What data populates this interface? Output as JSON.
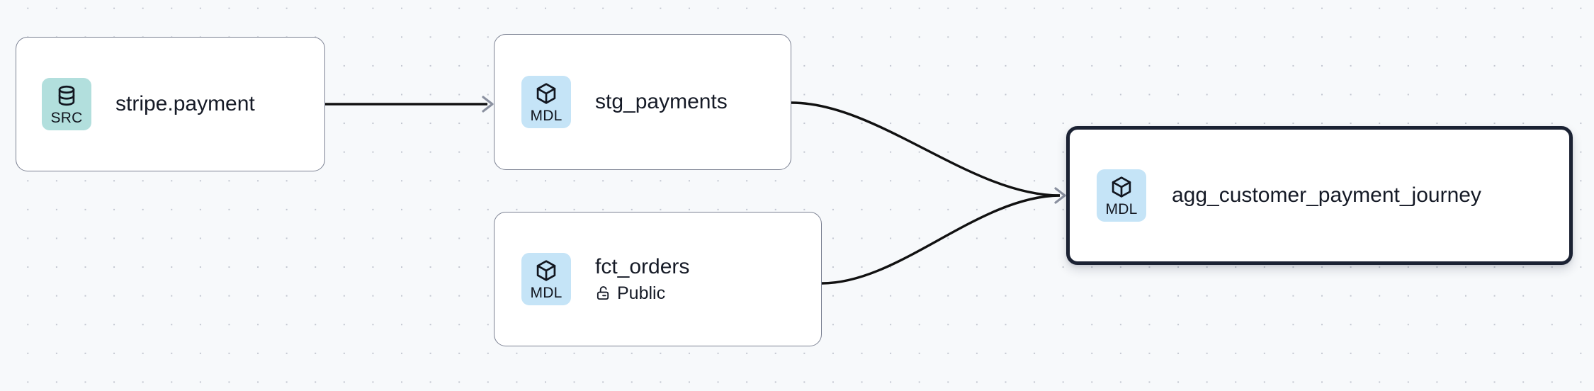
{
  "canvas": {
    "name": "data-lineage-graph",
    "background_color": "#f7f9fb",
    "grid_dot_color": "#c2c6d0"
  },
  "colors": {
    "source_badge": "#b2dfdd",
    "model_badge": "#c5e4f7",
    "node_border": "#7b8192",
    "selected_border": "#1b2233",
    "edge": "#111111",
    "text": "#151a26"
  },
  "nodes": [
    {
      "id": "stripe-payment",
      "title": "stripe.payment",
      "badge_label": "SRC",
      "badge_kind": "source",
      "badge_icon": "database-icon",
      "subtitle": null,
      "subtitle_icon": null,
      "selected": false
    },
    {
      "id": "stg-payments",
      "title": "stg_payments",
      "badge_label": "MDL",
      "badge_kind": "model",
      "badge_icon": "cube-icon",
      "subtitle": null,
      "subtitle_icon": null,
      "selected": false
    },
    {
      "id": "fct-orders",
      "title": "fct_orders",
      "badge_label": "MDL",
      "badge_kind": "model",
      "badge_icon": "cube-icon",
      "subtitle": "Public",
      "subtitle_icon": "unlock-icon",
      "selected": false
    },
    {
      "id": "agg-customer-payment-journey",
      "title": "agg_customer_payment_journey",
      "badge_label": "MDL",
      "badge_kind": "model",
      "badge_icon": "cube-icon",
      "subtitle": null,
      "subtitle_icon": null,
      "selected": true
    }
  ],
  "edges": [
    {
      "id": "edge-stripe-to-stg",
      "from": "stripe-payment",
      "to": "stg-payments",
      "style": "straight",
      "arrow": true
    },
    {
      "id": "edge-stg-to-agg",
      "from": "stg-payments",
      "to": "agg-customer-payment-journey",
      "style": "bezier",
      "arrow": true
    },
    {
      "id": "edge-fct-to-agg",
      "from": "fct-orders",
      "to": "agg-customer-payment-journey",
      "style": "bezier",
      "arrow": true
    }
  ]
}
